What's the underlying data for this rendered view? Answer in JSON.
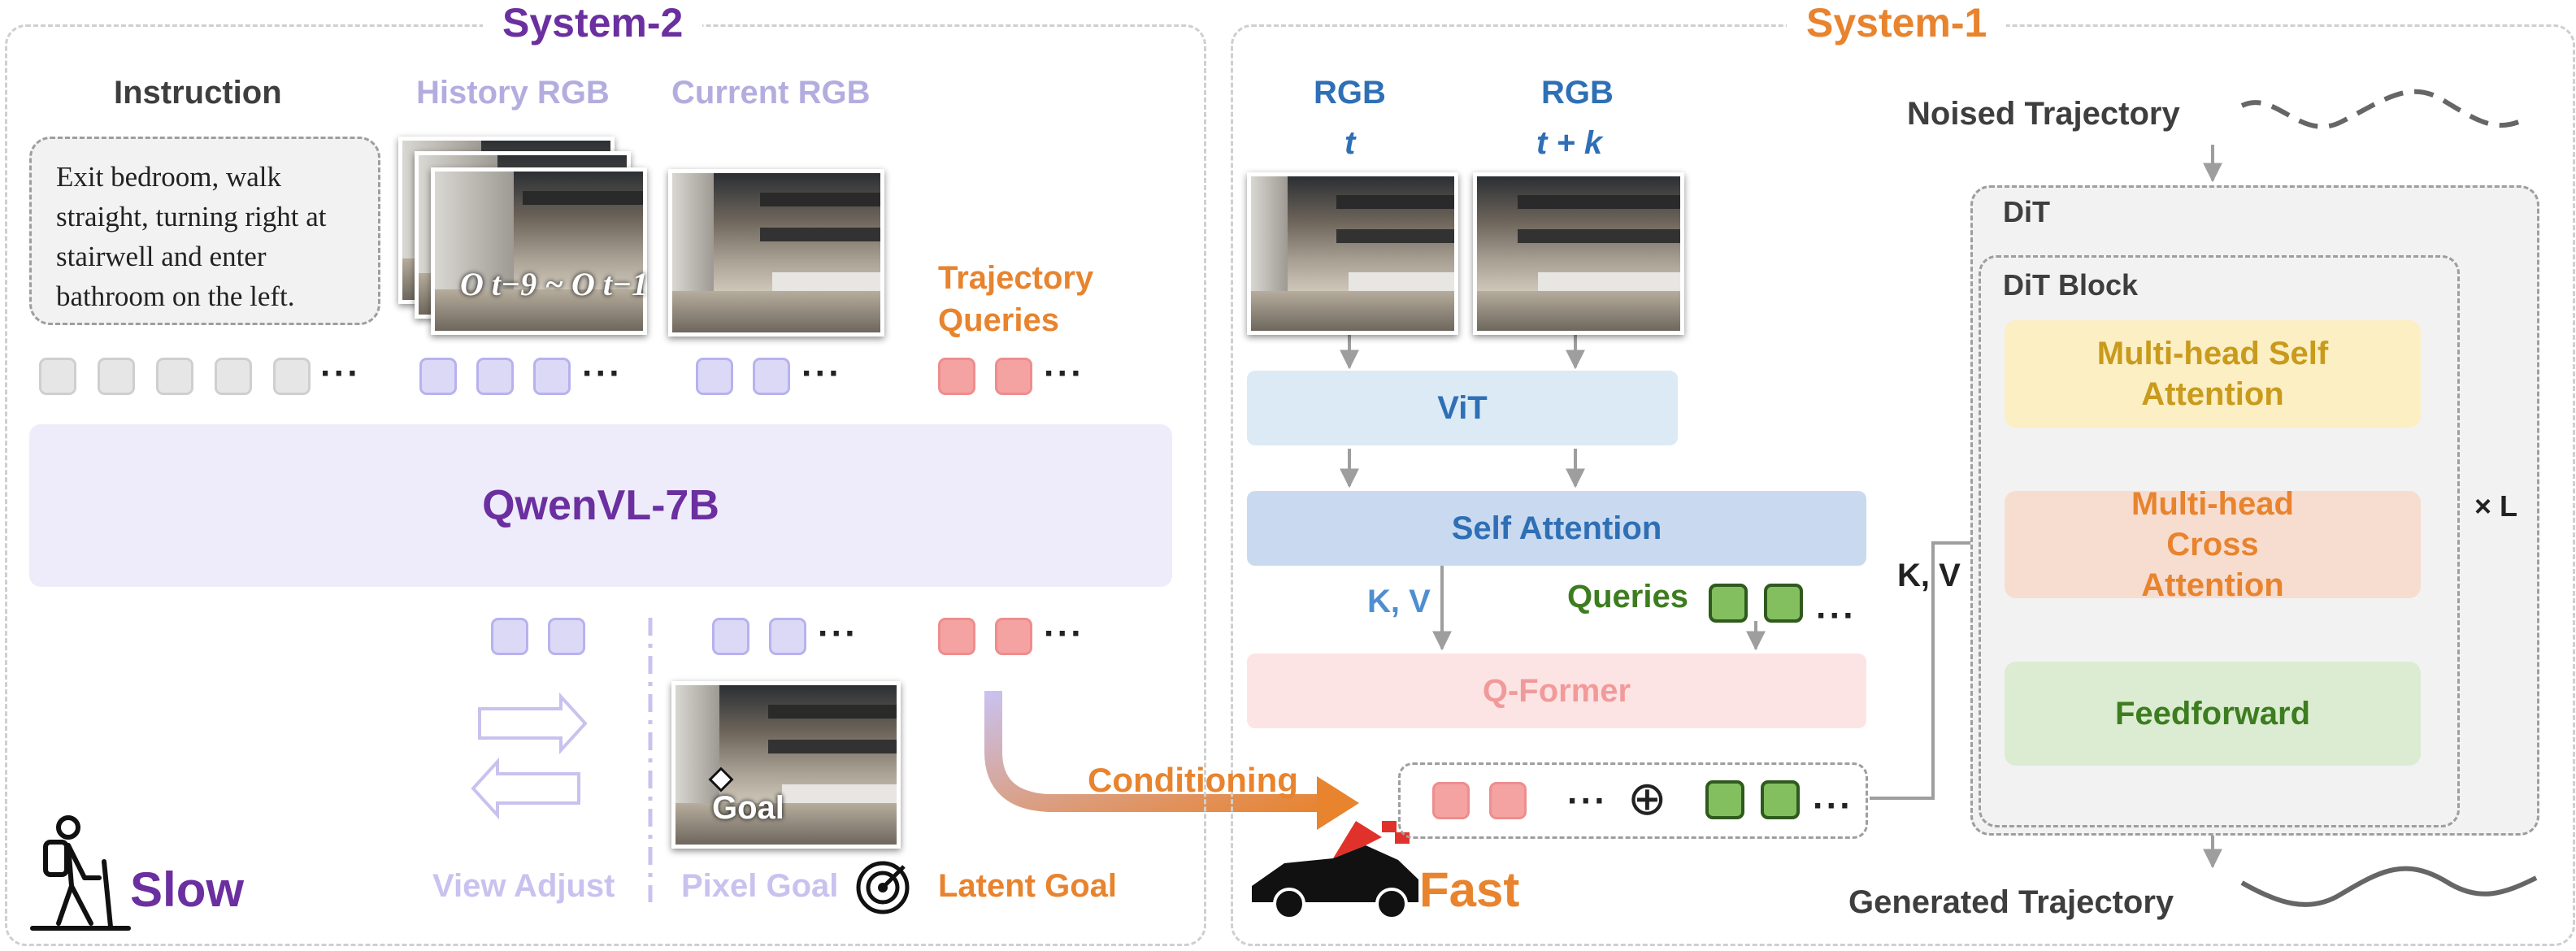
{
  "system2": {
    "title": "System-2",
    "instruction_label": "Instruction",
    "instruction_text": "Exit bedroom, walk straight, turning right at stairwell and enter bathroom on the left.",
    "history_label": "History RGB",
    "history_overlay": "O t−9 ~ O t−1",
    "current_label": "Current RGB",
    "trajectory_queries_label": "Trajectory Queries",
    "vlm_label": "QwenVL-7B",
    "goal_label": "Goal",
    "view_adjust_label": "View Adjust",
    "pixel_goal_label": "Pixel Goal",
    "latent_goal_label": "Latent Goal",
    "slow_label": "Slow",
    "dots": "···"
  },
  "system1": {
    "title": "System-1",
    "rgb_t_label": "RGB",
    "rgb_t_sub": "t",
    "rgb_tk_label": "RGB",
    "rgb_tk_sub": "t + k",
    "vit_label": "ViT",
    "self_attention_label": "Self Attention",
    "kv_label": "K, V",
    "queries_label": "Queries",
    "qformer_label": "Q-Former",
    "conditioning_label": "Conditioning",
    "fast_label": "Fast",
    "oplus": "⊕",
    "dots": "···"
  },
  "dit": {
    "noised_label": "Noised Trajectory",
    "dit_label": "DiT",
    "block_label": "DiT Block",
    "mhsa_label": "Multi-head Self Attention",
    "mhca_label": "Multi-head Cross Attention",
    "ff_label": "Feedforward",
    "repeat_label": "× L",
    "kv_label": "K, V",
    "generated_label": "Generated Trajectory"
  },
  "colors": {
    "purple": "#6b2fa0",
    "orange": "#e8832e",
    "blue": "#2e6fb5",
    "green": "#3d7d1f",
    "lavender": "#b3addf"
  }
}
